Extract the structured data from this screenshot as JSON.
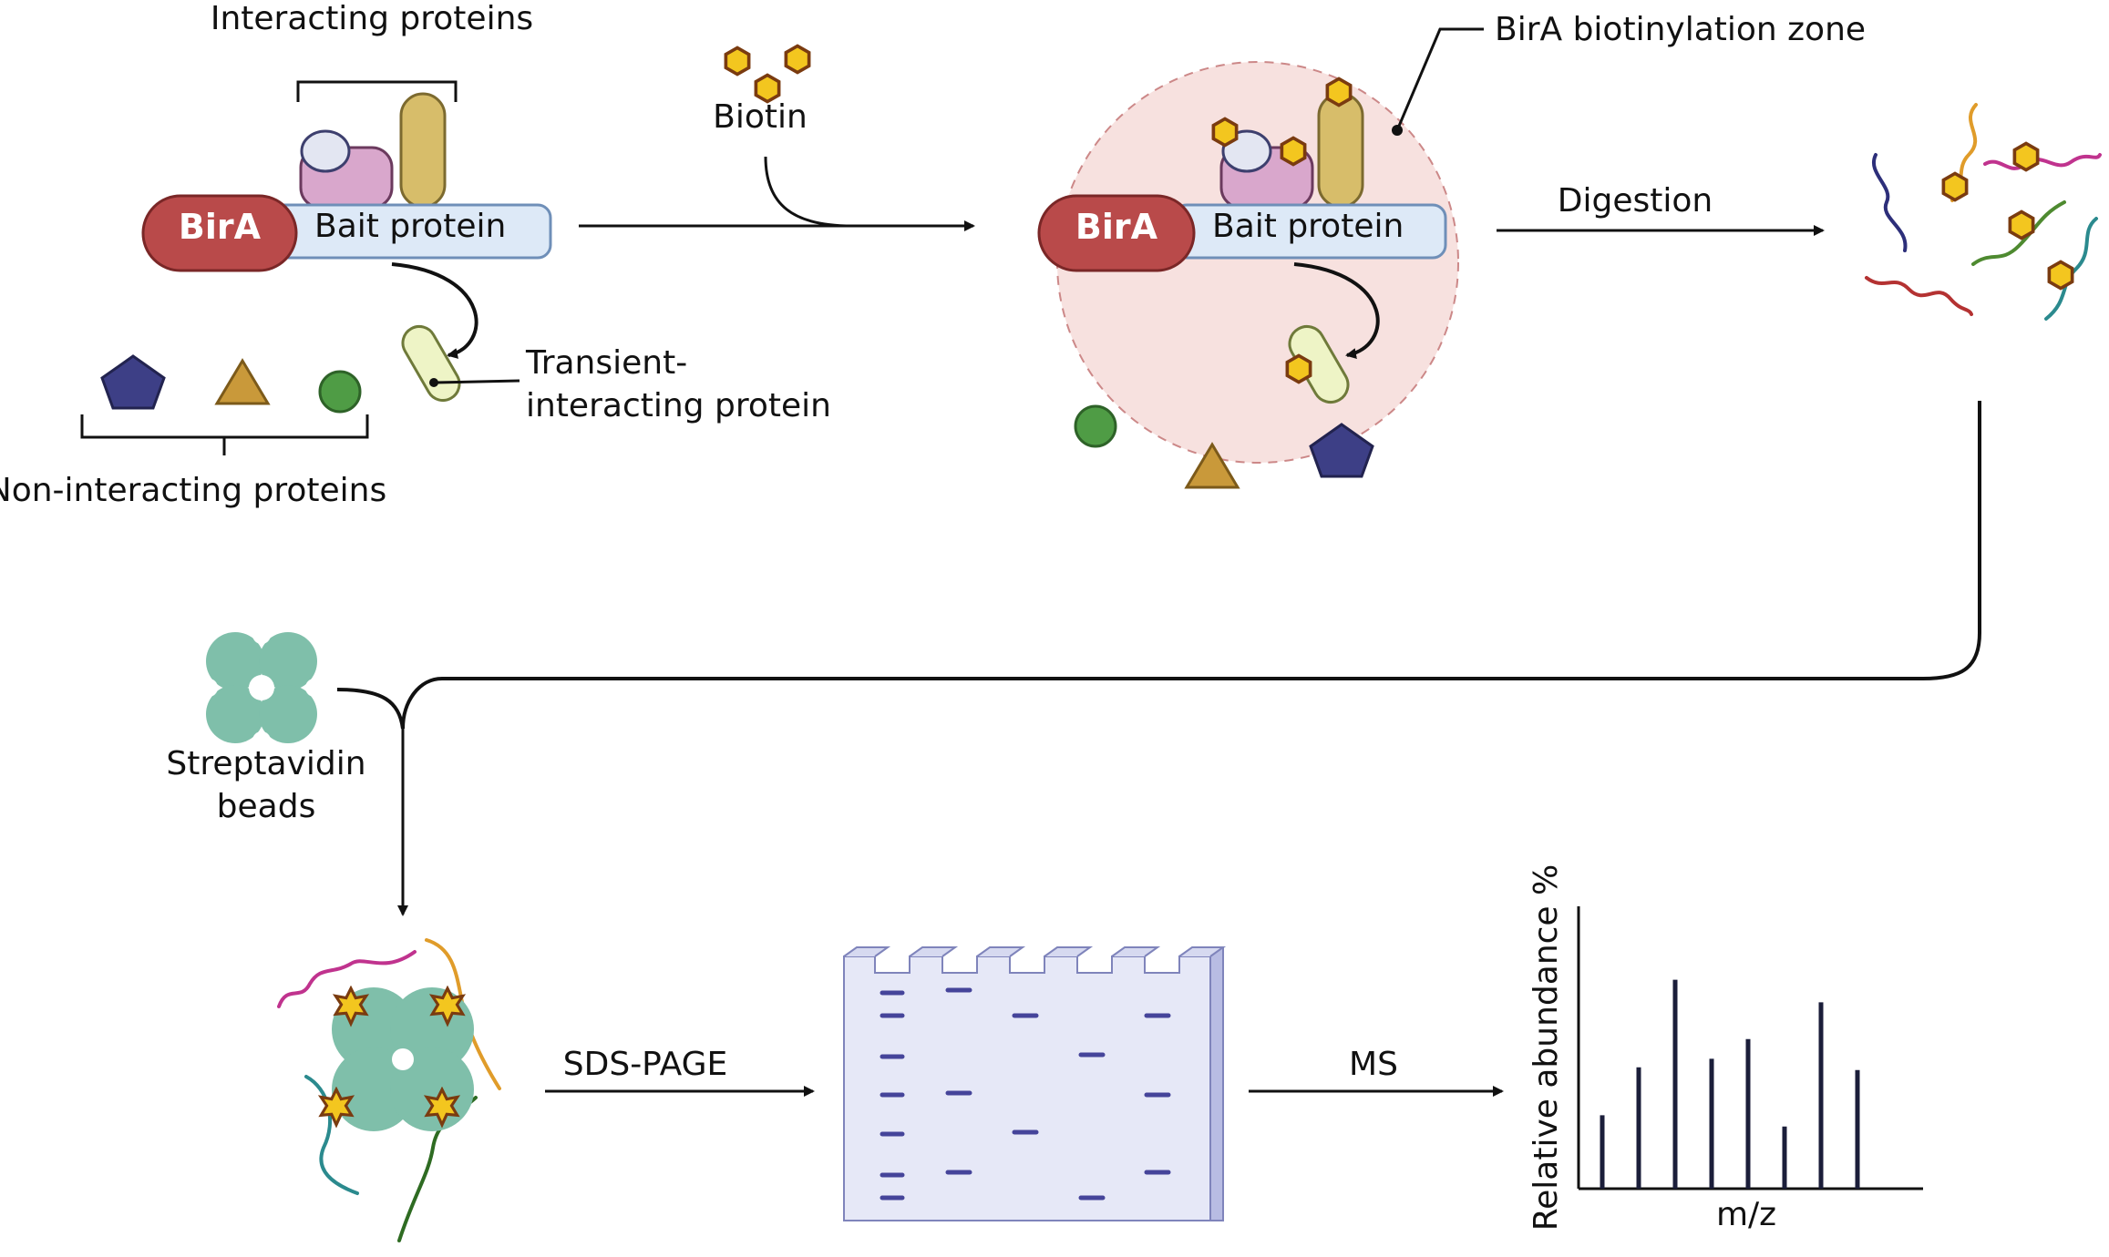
{
  "labels": {
    "interacting_proteins": "Interacting proteins",
    "birA": "BirA",
    "bait_protein": "Bait protein",
    "transient_line1": "Transient-",
    "transient_line2": "interacting protein",
    "non_interacting": "Non-interacting proteins",
    "biotin": "Biotin",
    "biotinylation_zone": "BirA biotinylation zone",
    "digestion": "Digestion",
    "streptavidin_line1": "Streptavidin",
    "streptavidin_line2": "beads",
    "sds_page": "SDS-PAGE",
    "ms": "MS",
    "y_axis": "Relative abundance %",
    "x_axis": "m/z"
  },
  "colors": {
    "birA": "#b94a4a",
    "bait": "#dde9f7",
    "bait_stroke": "#6f8fb8",
    "interactor_pink": "#d9a7cc",
    "interactor_tan": "#d7bd6a",
    "small_blob": "#e3e6f2",
    "transient": "#eef4c6",
    "pentagon": "#3d3f86",
    "triangle": "#c9993a",
    "circle": "#4f9c45",
    "biotin": "#f3c61f",
    "zone": "#f7e1df",
    "bead": "#7fbfaa",
    "gel": "#e6e8f7",
    "gel_band": "#45449a",
    "peak": "#1b1e3a"
  },
  "chart_data": {
    "type": "bar",
    "x": [
      1,
      2,
      3,
      4,
      5,
      6,
      7,
      8
    ],
    "values": [
      26,
      43,
      74,
      46,
      53,
      22,
      66,
      42
    ],
    "xlabel": "m/z",
    "ylabel": "Relative abundance %",
    "ylim": [
      0,
      100
    ]
  }
}
